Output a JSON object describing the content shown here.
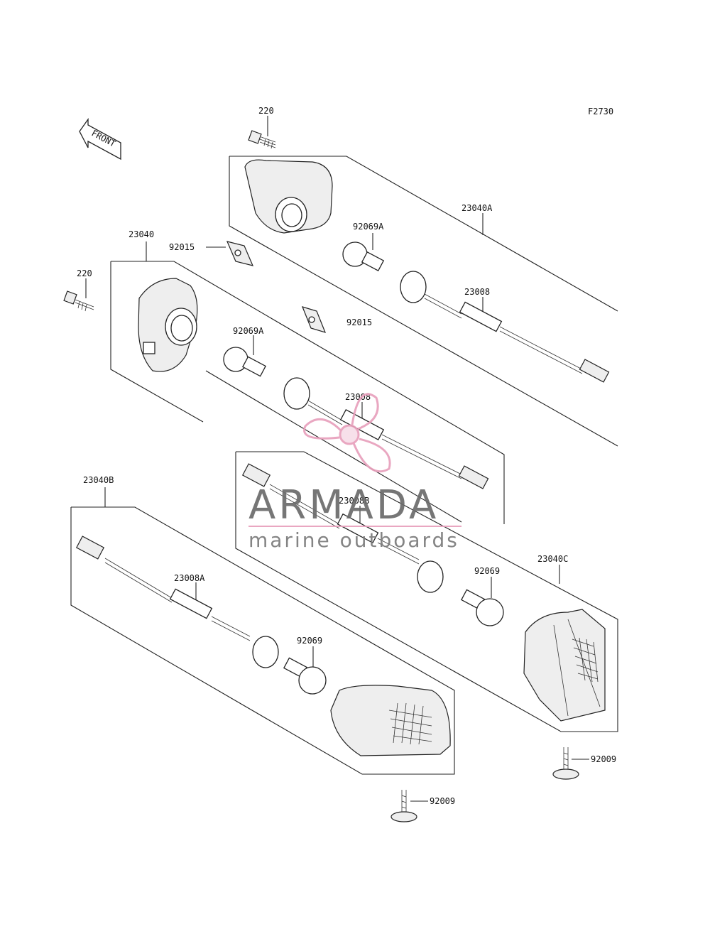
{
  "figure_code": "F2730",
  "front_arrow_label": "FRONT",
  "watermark": {
    "brand": "ARMADA",
    "tagline": "marine outboards",
    "accent_color": "#e8a0bc",
    "text_color": "#6b6b6b"
  },
  "parts": {
    "p220_top": "220",
    "p220_left": "220",
    "p23040A": "23040A",
    "p23040": "23040",
    "p92015_a": "92015",
    "p92015_b": "92015",
    "p92069A_a": "92069A",
    "p92069A_b": "92069A",
    "p23008_a": "23008",
    "p23008_b": "23008",
    "p23040B": "23040B",
    "p23008B": "23008B",
    "p23040C": "23040C",
    "p92069_a": "92069",
    "p92069_b": "92069",
    "p23008A": "23008A",
    "p92009_a": "92009",
    "p92009_b": "92009"
  }
}
